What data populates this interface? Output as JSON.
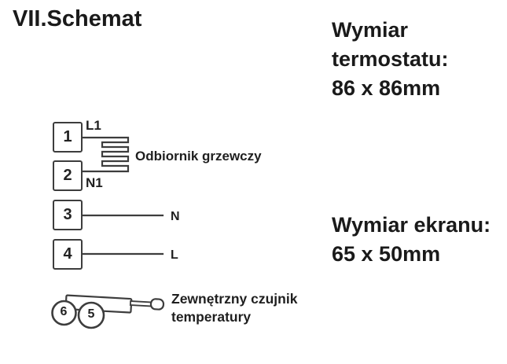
{
  "title": "VII.Schemat",
  "dimensions": {
    "thermostat": {
      "lines": [
        "Wymiar",
        "termostatu:",
        "86 x 86mm"
      ]
    },
    "screen": {
      "lines": [
        "Wymiar ekranu:",
        "65 x 50mm"
      ]
    }
  },
  "schematic": {
    "terminals": [
      {
        "number": "1",
        "label": "L1"
      },
      {
        "number": "2",
        "label": "N1"
      },
      {
        "number": "3",
        "label": "N"
      },
      {
        "number": "4",
        "label": "L"
      }
    ],
    "heating_load_label": "Odbiornik grzewczy",
    "sensor_terminals": [
      {
        "number": "6"
      },
      {
        "number": "5"
      }
    ],
    "sensor_label_lines": [
      "Zewnętrzny czujnik",
      "temperatury"
    ]
  },
  "colors": {
    "background": "#ffffff",
    "text": "#1a1a1a",
    "line": "#3d3d3d"
  }
}
